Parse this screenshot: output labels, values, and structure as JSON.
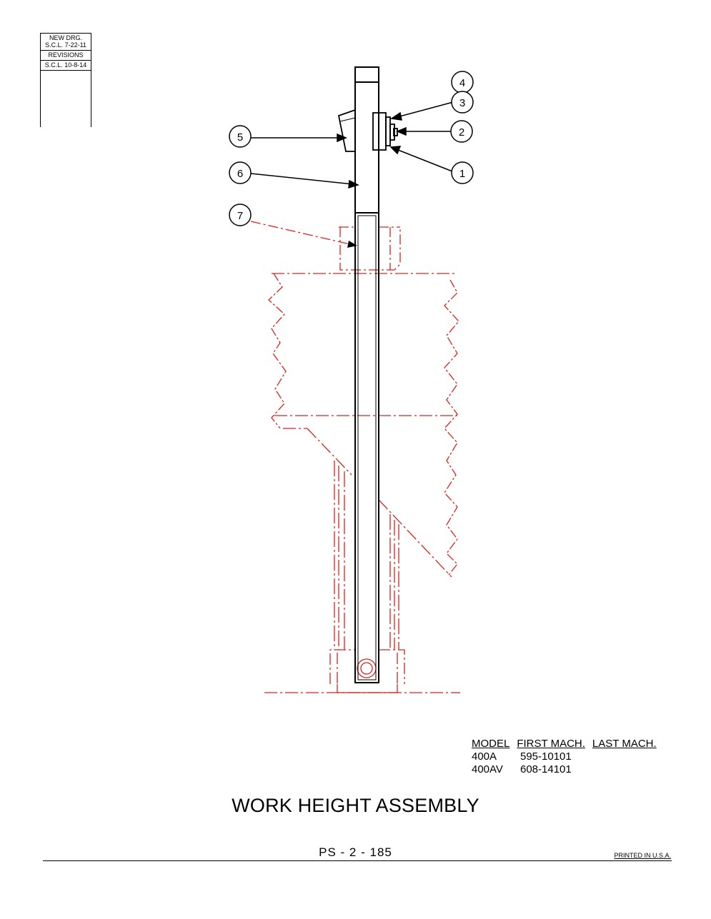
{
  "revision_block": {
    "new_drg_label": "NEW DRG.",
    "new_drg_date": "S.C.L. 7-22-11",
    "revisions_label": "REVISIONS",
    "revision_date": "S.C.L. 10-8-14"
  },
  "callouts": [
    "1",
    "2",
    "3",
    "4",
    "5",
    "6",
    "7"
  ],
  "model_table": {
    "headers": [
      "MODEL",
      "FIRST MACH.",
      "LAST MACH."
    ],
    "rows": [
      {
        "model": "400A",
        "first": "595-10101",
        "last": ""
      },
      {
        "model": "400AV",
        "first": "608-14101",
        "last": ""
      }
    ]
  },
  "title": "WORK HEIGHT ASSEMBLY",
  "page_number": "PS - 2 - 185",
  "printed": "PRINTED IN U.S.A.",
  "colors": {
    "line": "#000000",
    "phantom": "#e0201c"
  }
}
